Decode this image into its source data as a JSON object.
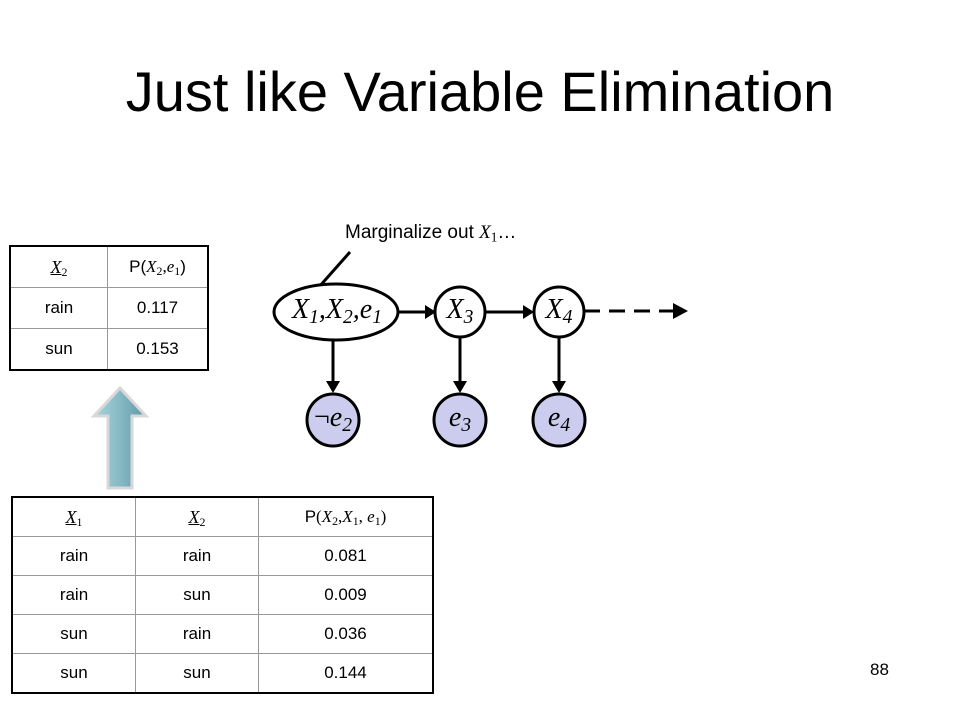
{
  "slide": {
    "title": "Just like Variable Elimination",
    "page_number": "88"
  },
  "annotation": {
    "text": "Marginalize out ",
    "var": "X",
    "var_sub": "1",
    "suffix": "…"
  },
  "small_table": {
    "header": {
      "col1_var": "X",
      "col1_sub": "2",
      "col2_prefix": "P(",
      "col2_var1": "X",
      "col2_sub1": "2",
      "col2_sep": ",",
      "col2_var2": "e",
      "col2_sub2": "1",
      "col2_suffix": ")"
    },
    "rows": [
      {
        "x2": "rain",
        "p": "0.117"
      },
      {
        "x2": "sun",
        "p": "0.153"
      }
    ]
  },
  "large_table": {
    "header": {
      "col1_var": "X",
      "col1_sub": "1",
      "col2_var": "X",
      "col2_sub": "2",
      "col3_prefix": "P",
      "col3_open": "(",
      "col3_v1": "X",
      "col3_s1": "2",
      "col3_sep1": ",",
      "col3_v2": "X",
      "col3_s2": "1",
      "col3_sep2": ", ",
      "col3_v3": "e",
      "col3_s3": "1",
      "col3_close": ")"
    },
    "rows": [
      {
        "x1": "rain",
        "x2": "rain",
        "p": "0.081"
      },
      {
        "x1": "rain",
        "x2": "sun",
        "p": "0.009"
      },
      {
        "x1": "sun",
        "x2": "rain",
        "p": "0.036"
      },
      {
        "x1": "sun",
        "x2": "sun",
        "p": "0.144"
      }
    ]
  },
  "diagram": {
    "nodes": {
      "merged": {
        "a": "X",
        "as": "1",
        "c1": ",",
        "b": "X",
        "bs": "2",
        "c2": ",",
        "c": "e",
        "cs": "1"
      },
      "x3": {
        "v": "X",
        "s": "3"
      },
      "x4": {
        "v": "X",
        "s": "4"
      },
      "e2": {
        "neg": "¬",
        "v": "e",
        "s": "2"
      },
      "e3": {
        "v": "e",
        "s": "3"
      },
      "e4": {
        "v": "e",
        "s": "4"
      }
    },
    "colors": {
      "evidence_fill": "#ccccee",
      "hidden_fill": "#ffffff",
      "up_arrow_fill": "#86b9c4"
    }
  }
}
